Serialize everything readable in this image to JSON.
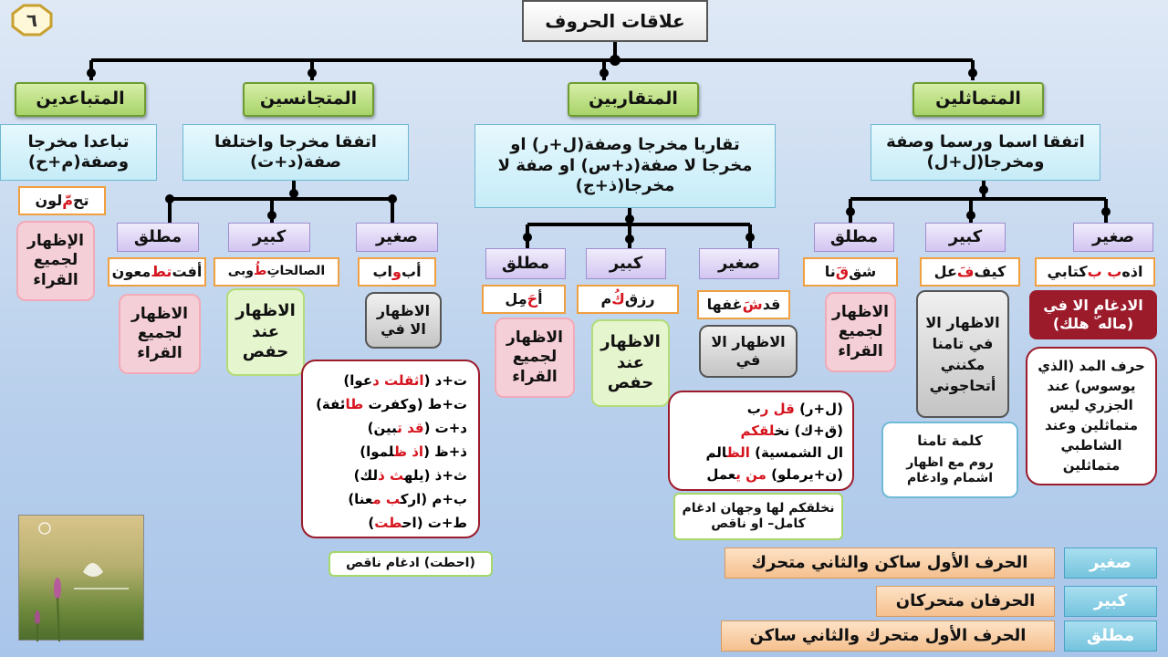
{
  "title": "علاقات الحروف",
  "page_number": "٦",
  "categories": {
    "mutamathilan": "المتماثلين",
    "mutaqariban": "المتقاربين",
    "mutajanisan": "المتجانسين",
    "mutabaidan": "المتباعدين"
  },
  "definitions": {
    "mutamathilan": "اتفقا اسما ورسما وصفة ومخرجا(ل+ل)",
    "mutaqariban": "تقاربا مخرجا وصفة(ل+ر) او مخرجا لا صفة(د+س) او صفة لا مخرجا(ذ+ج)",
    "mutajanisan": "اتفقا مخرجا واختلفا صفة(د+ت)",
    "mutabaidan": "تباعدا مخرجا وصفة(م+ح)"
  },
  "types": {
    "saghir": "صغير",
    "kabir": "كبير",
    "mutlaq": "مطلق"
  },
  "mutabaidan": {
    "example_pre": "تح",
    "example_red": "مّ",
    "example_post": "لون",
    "ruling": "الإظهار لجميع القراء"
  },
  "mutamathilan": {
    "saghir_example_pre": "اذه",
    "saghir_example_red": "ب ب",
    "saghir_example_post": "كتابي",
    "kabir_example_pre": "كيف ",
    "kabir_example_red": "فَ",
    "kabir_example_post": "عل",
    "mutlaq_example_pre": "شق",
    "mutlaq_example_red": "قَ",
    "mutlaq_example_post": "نا",
    "saghir_ruling": "الادغام الا في (ماله ۜ هلك)",
    "madd_note": "حرف المد (الذي يوسوس) عند الجزري ليس متماثلين وعند الشاطبي متماثلين",
    "kabir_ruling": "الاظهار الا في تامنا مكنني أتحاجوني",
    "tamanna_title": "كلمة تامنا",
    "tamanna_body": "روم مع اظهار اشمام وادغام",
    "mutlaq_ruling": "الاظهار لجميع القراء"
  },
  "mutaqariban": {
    "saghir_example_pre": "قد ",
    "saghir_example_red": "شَ",
    "saghir_example_post": "غفها",
    "kabir_example_pre": "رزق",
    "kabir_example_red": "كُ",
    "kabir_example_post": "م",
    "mutlaq_example_pre": "أ",
    "mutlaq_example_red": "حَ",
    "mutlaq_example_post": "مِل",
    "saghir_ruling": "الاظهار الا في",
    "saghir_exceptions": [
      {
        "pre": "(ل+ر) ",
        "red": "قل ر",
        "post": "ب"
      },
      {
        "pre": "(ق+ك) نخ",
        "red": "لقكم",
        "post": ""
      },
      {
        "pre": "ال الشمسية) ",
        "red": "الظ",
        "post": "الم"
      },
      {
        "pre": "(ن+يرملو) ",
        "red": "من ي",
        "post": "عمل"
      }
    ],
    "saghir_note": "نخلقكم لها وجهان ادغام كامل– او ناقص",
    "kabir_ruling": "الاظهار عند حفص",
    "mutlaq_ruling": "الاظهار لجميع القراء"
  },
  "mutajanisan": {
    "saghir_example_pre": "أب",
    "saghir_example_red": "و",
    "saghir_example_post": "اب",
    "kabir_example_pre": "الصالحاتِ ",
    "kabir_example_red": "طُ",
    "kabir_example_post": "وبى",
    "mutlaq_example_pre": "أفت",
    "mutlaq_example_red": "تط",
    "mutlaq_example_post": "معون",
    "saghir_ruling": "الاظهار الا في",
    "saghir_exceptions": [
      {
        "pre": "ت+د (",
        "red": "اثقلت د",
        "post": "عوا)"
      },
      {
        "pre": "ت+ط (وكفرت ",
        "red": "طا",
        "post": "ئفة)"
      },
      {
        "pre": "د+ت (",
        "red": "قد ت",
        "post": "بين)"
      },
      {
        "pre": "ذ+ظ (",
        "red": "اذ ظ",
        "post": "لموا)"
      },
      {
        "pre": "ث+ذ (يله",
        "red": "ث ذ",
        "post": "لك)"
      },
      {
        "pre": "ب+م (ارك",
        "red": "ب م",
        "post": "عنا)"
      },
      {
        "pre": "ط+ت (اح",
        "red": "طت",
        "post": ")"
      }
    ],
    "saghir_note": "(احطت) ادغام ناقص",
    "kabir_ruling": "الاظهار عند حفص",
    "mutlaq_ruling": "الاظهار لجميع القراء"
  },
  "legend": [
    {
      "label": "صغير",
      "desc": "الحرف الأول ساكن والثاني متحرك"
    },
    {
      "label": "كبير",
      "desc": "الحرفان متحركان"
    },
    {
      "label": "مطلق",
      "desc": "الحرف الأول متحرك والثاني ساكن"
    }
  ],
  "colors": {
    "accent_red": "#d6141e",
    "dark_red": "#9b1b2b"
  }
}
